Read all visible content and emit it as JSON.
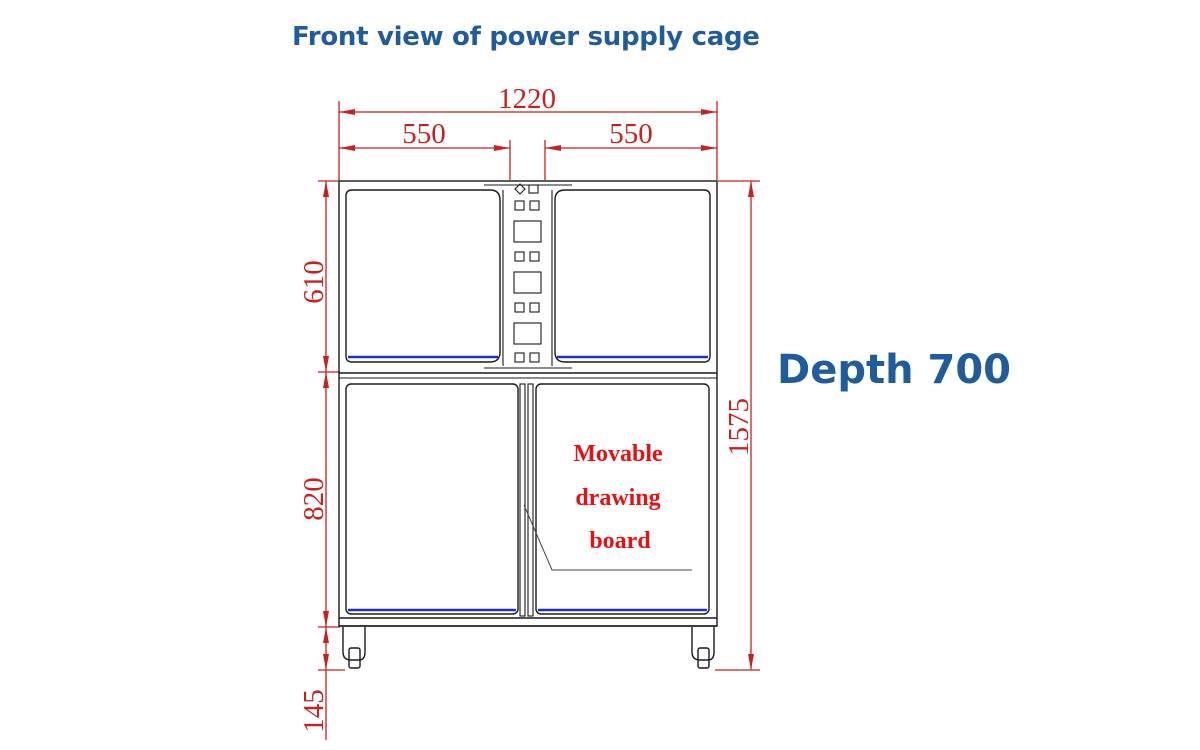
{
  "title": "Front view of power supply cage",
  "depth_label": "Depth 700",
  "dimensions": {
    "overall_width": "1220",
    "left_width": "550",
    "right_width": "550",
    "upper_height": "610",
    "lower_height": "820",
    "base_height": "145",
    "overall_height": "1575"
  },
  "annotation": {
    "line1": "Movable",
    "line2": "drawing",
    "line3": "board"
  },
  "colors": {
    "title": "#1f5c9e",
    "dimension": "#cc1f1f",
    "annotation": "#e81010",
    "outline": "#1a1a1a",
    "rail": "#1f2bd6"
  }
}
